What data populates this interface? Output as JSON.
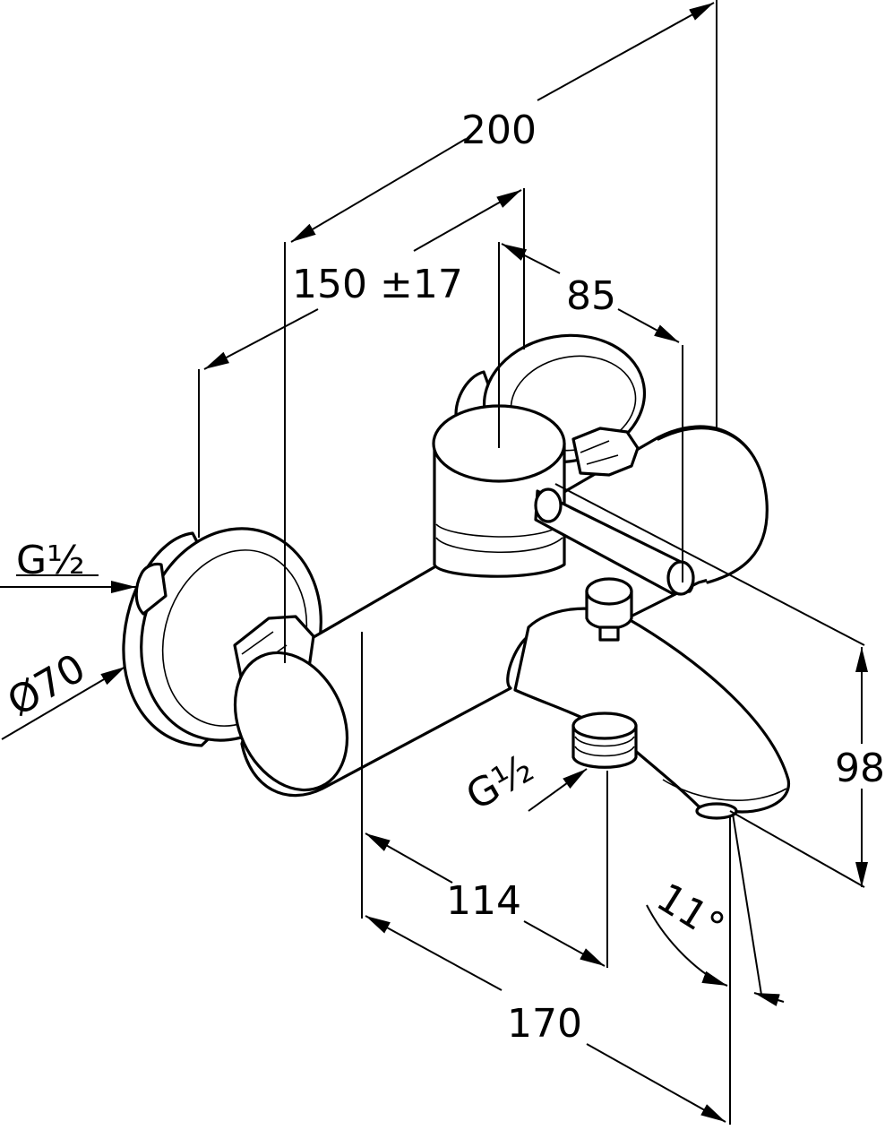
{
  "drawing": {
    "dimensions": {
      "overall_width": "200",
      "wall_distance": "150",
      "tolerance": "±17",
      "handle_offset": "85",
      "thread_left": "G½",
      "rosette_diameter": "Ø70",
      "thread_spout": "G½",
      "height": "98",
      "spout_inner": "114",
      "spout_projection": "170",
      "spout_angle": "11°"
    }
  }
}
